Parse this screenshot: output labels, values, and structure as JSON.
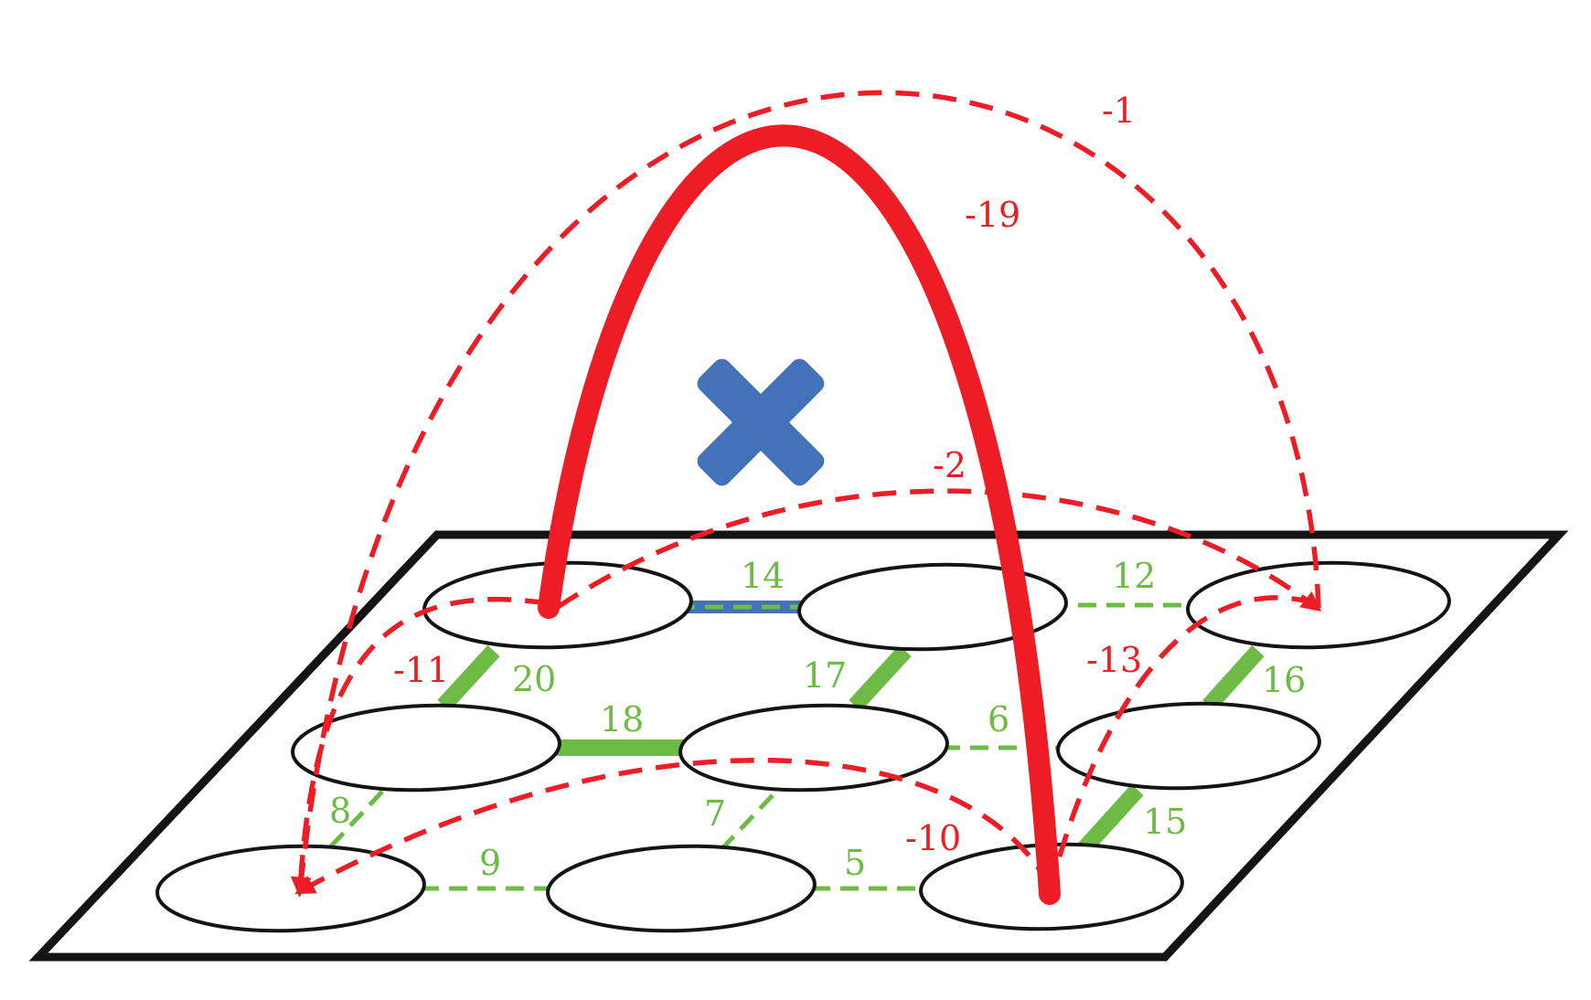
{
  "colors": {
    "red": "#ee1c25",
    "green": "#6dbb45",
    "blue": "#4472b9",
    "black": "#141414"
  },
  "blocked_marker": {
    "icon": "x-icon",
    "color": "#4472b9"
  },
  "edge_labels": {
    "e_top_left_mid": "14",
    "e_top_mid_right": "12",
    "e_top_left_down": "20",
    "e_top_mid_down": "17",
    "e_top_right_down": "16",
    "e_mid_left_mid": "18",
    "e_mid_mid_right": "6",
    "e_mid_left_down": "8",
    "e_mid_mid_down": "7",
    "e_mid_right_down": "15",
    "e_bot_left_mid": "9",
    "e_bot_mid_right": "5"
  },
  "red_labels": {
    "outer_dashed_arc": "-1",
    "solid_arc": "-19",
    "upper_dashed_arc": "-2",
    "left_dashed_arc": "-11",
    "right_dashed_arc": "-13",
    "lower_dashed_arc": "-10"
  }
}
